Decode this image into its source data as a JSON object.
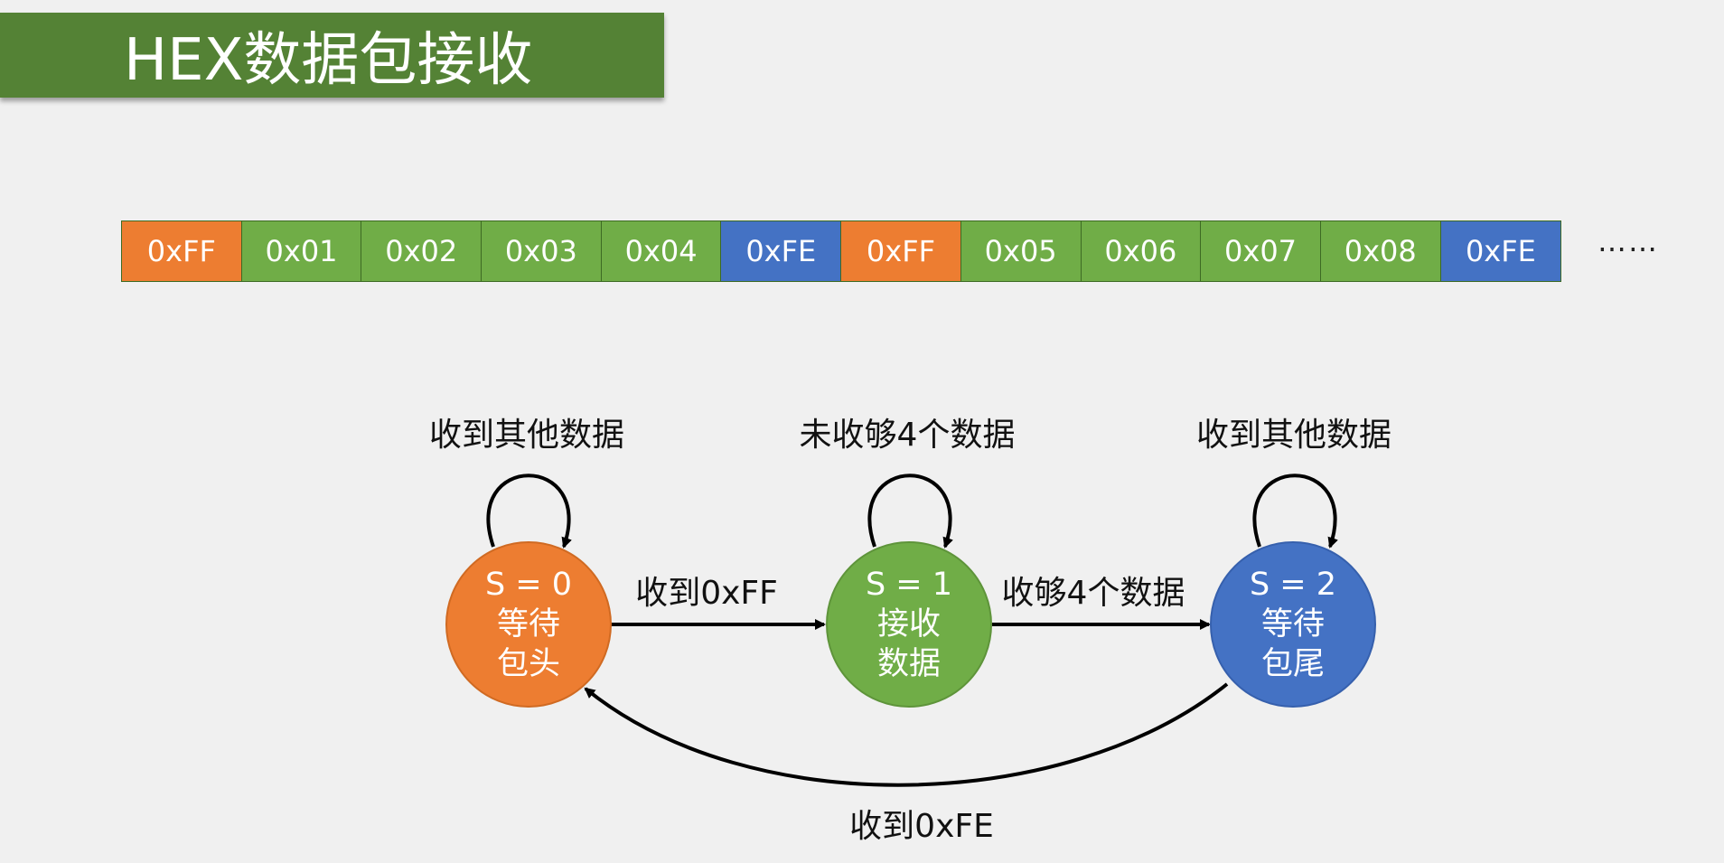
{
  "title": "HEX数据包接收",
  "packet": [
    {
      "value": "0xFF",
      "kind": "head"
    },
    {
      "value": "0x01",
      "kind": "data"
    },
    {
      "value": "0x02",
      "kind": "data"
    },
    {
      "value": "0x03",
      "kind": "data"
    },
    {
      "value": "0x04",
      "kind": "data"
    },
    {
      "value": "0xFE",
      "kind": "tail"
    },
    {
      "value": "0xFF",
      "kind": "head"
    },
    {
      "value": "0x05",
      "kind": "data"
    },
    {
      "value": "0x06",
      "kind": "data"
    },
    {
      "value": "0x07",
      "kind": "data"
    },
    {
      "value": "0x08",
      "kind": "data"
    },
    {
      "value": "0xFE",
      "kind": "tail"
    }
  ],
  "ellipsis": "……",
  "colors": {
    "title_bg": "#548235",
    "head": "#ed7d31",
    "data": "#70ad47",
    "tail": "#4472c4"
  },
  "states": {
    "s0": {
      "line1": "S = 0",
      "line2": "等待",
      "line3": "包头"
    },
    "s1": {
      "line1": "S = 1",
      "line2": "接收",
      "line3": "数据"
    },
    "s2": {
      "line1": "S = 2",
      "line2": "等待",
      "line3": "包尾"
    }
  },
  "transitions": {
    "s0_loop": "收到其他数据",
    "s1_loop": "未收够4个数据",
    "s2_loop": "收到其他数据",
    "s0_to_s1": "收到0xFF",
    "s1_to_s2": "收够4个数据",
    "s2_to_s0": "收到0xFE"
  }
}
